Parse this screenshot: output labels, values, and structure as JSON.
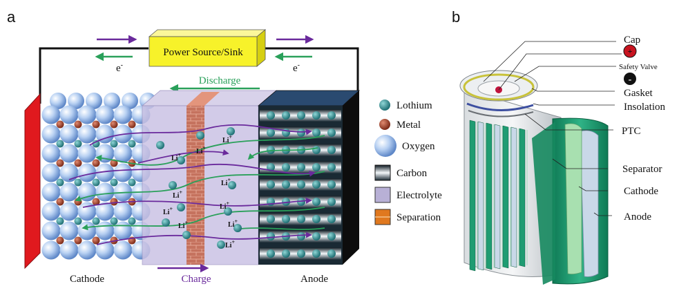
{
  "panel_a": {
    "letter": "a",
    "power_source": "Power Source/Sink",
    "electron_left": "e",
    "electron_right": "e",
    "electron_sup": "-",
    "discharge": "Discharge",
    "charge": "Charge",
    "cathode": "Cathode",
    "anode": "Anode",
    "ion": "Li",
    "ion_sup": "+",
    "legend": [
      {
        "label": "Lothium",
        "color": "#2e8b8b"
      },
      {
        "label": "Metal",
        "color": "#a0442c"
      },
      {
        "label": "Oxygen",
        "color": "#8fb4e6"
      },
      {
        "label": "Carbon",
        "color": "#20303a"
      },
      {
        "label": "Electrolyte",
        "color": "#b8b0d6"
      },
      {
        "label": "Separation",
        "color": "#e0781e"
      }
    ]
  },
  "panel_b": {
    "letter": "b",
    "labels": {
      "cap": "Cap",
      "plus": "+",
      "safety_valve": "Safety Valve",
      "minus": "-",
      "gasket": "Gasket",
      "insolation": "Insolation",
      "ptc": "PTC",
      "separator": "Separator",
      "cathode": "Cathode",
      "anode": "Anode"
    }
  },
  "colors": {
    "discharge_arrow": "#2aa05a",
    "charge_arrow": "#6a2a9c",
    "power_box": "#f7f22a",
    "cathode_plate": "#e0191e",
    "cell_green": "#1f9c72"
  }
}
